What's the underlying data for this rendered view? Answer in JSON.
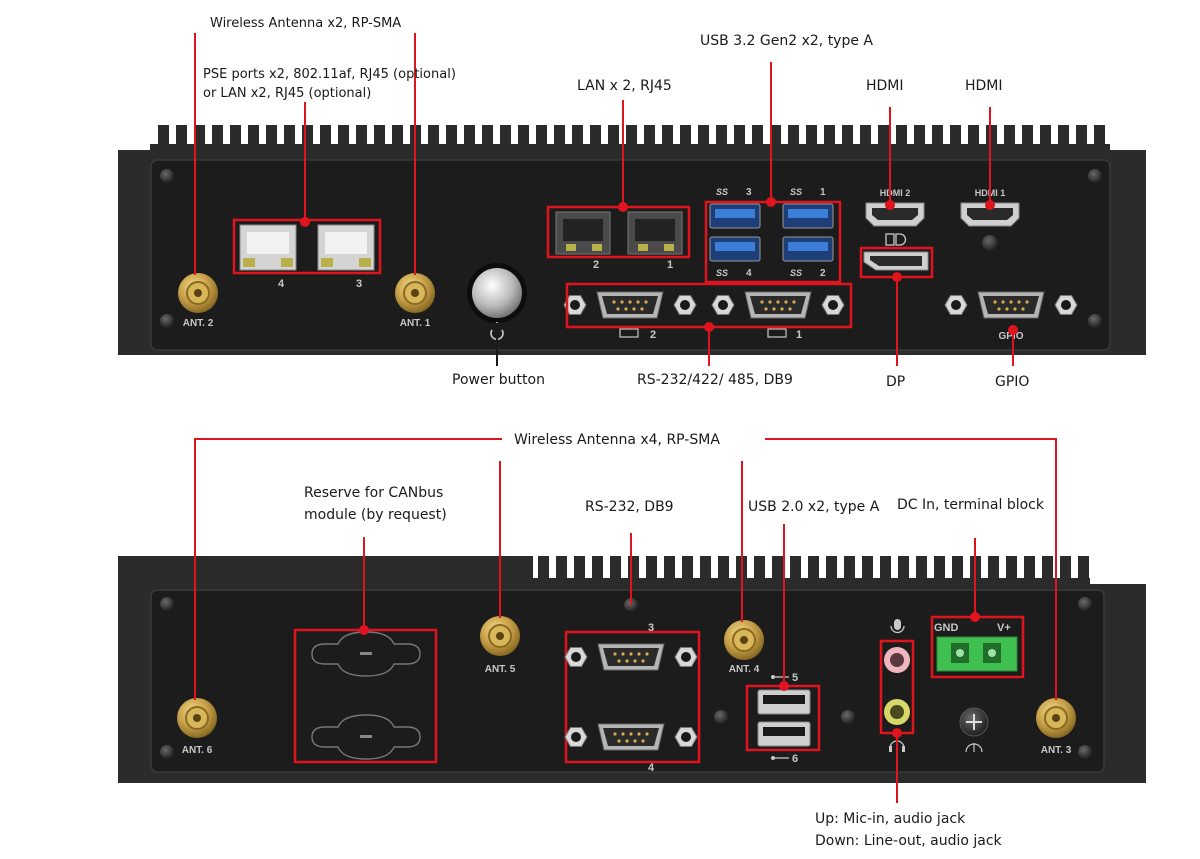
{
  "colors": {
    "chassis": "#2b2b2b",
    "panel": "#1c1c1c",
    "callout": "#e0141e",
    "gold": "#c9a24a",
    "usb3_blue": "#3b7fd9",
    "terminal_green": "#3fbf4f"
  },
  "top_panel": {
    "callouts": {
      "wireless_antenna": "Wireless Antenna x2, RP-SMA",
      "pse_line1": "PSE ports x2, 802.11af, RJ45 (optional)",
      "pse_line2": "or LAN x2, RJ45 (optional)",
      "lan": "LAN x 2, RJ45",
      "usb32": "USB 3.2 Gen2 x2, type A",
      "hdmi_a": "HDMI",
      "hdmi_b": "HDMI",
      "power_button": "Power button",
      "rs232_422_485": "RS-232/422/ 485, DB9",
      "dp": "DP",
      "gpio": "GPIO"
    },
    "printed": {
      "ant2": "ANT. 2",
      "ant1": "ANT. 1",
      "pse_port_4": "4",
      "pse_port_3": "3",
      "lan_2": "2",
      "lan_1": "1",
      "usb_3": "3",
      "usb_1": "1",
      "usb_4": "4",
      "usb_2": "2",
      "ss_mark": "SS",
      "hdmi2": "HDMI 2",
      "hdmi1": "HDMI 1",
      "serial_2": "2",
      "serial_1": "1",
      "gpio": "GPIO"
    }
  },
  "bottom_panel": {
    "callouts": {
      "wireless_antenna": "Wireless Antenna x4, RP-SMA",
      "canbus_line1": "Reserve for CANbus",
      "canbus_line2": "module (by request)",
      "rs232": "RS-232, DB9",
      "usb20": "USB 2.0 x2, type A",
      "dc_in": "DC In, terminal block",
      "audio_line1": "Up: Mic-in, audio jack",
      "audio_line2": "Down: Line-out, audio jack"
    },
    "printed": {
      "ant6": "ANT. 6",
      "ant5": "ANT. 5",
      "ant4": "ANT. 4",
      "ant3": "ANT. 3",
      "serial_3": "3",
      "serial_4": "4",
      "usb_5": "5",
      "usb_6": "6",
      "gnd": "GND",
      "vplus": "V+"
    }
  }
}
